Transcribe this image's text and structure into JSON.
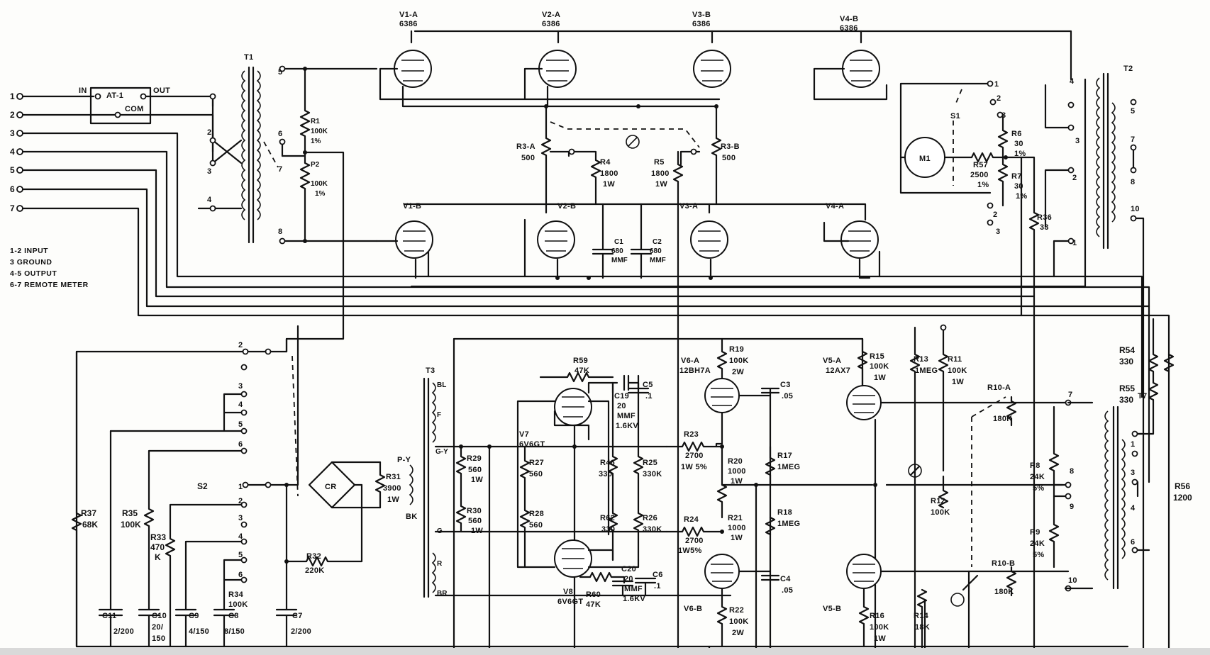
{
  "legend": [
    "1-2 INPUT",
    "3 GROUND",
    "4-5 OUTPUT",
    "6-7 REMOTE METER"
  ],
  "input_terminals": [
    "1",
    "2",
    "3",
    "4",
    "5",
    "6",
    "7"
  ],
  "attenuator": {
    "name": "AT-1",
    "in": "IN",
    "out": "OUT",
    "com": "COM"
  },
  "tubes": {
    "v1a": {
      "name": "V1-A",
      "type": "6386"
    },
    "v2a": {
      "name": "V2-A",
      "type": "6386"
    },
    "v3b": {
      "name": "V3-B",
      "type": "6386"
    },
    "v4b": {
      "name": "V4-B",
      "type": "6386"
    },
    "v1b": "V1-B",
    "v2b": "V2-B",
    "v3a": "V3-A",
    "v4a": "V4-A",
    "v6a": {
      "name": "V6-A",
      "type": "12BH7A"
    },
    "v6b": "V6-B",
    "v5a": {
      "name": "V5-A",
      "type": "12AX7"
    },
    "v5b": "V5-B",
    "v7": {
      "name": "V7",
      "type": "6V6GT"
    },
    "v8": {
      "name": "V8",
      "type": "6V6GT"
    }
  },
  "transformers": {
    "t1": "T1",
    "t2": "T2",
    "t3": "T3",
    "t7": "T7"
  },
  "resistors": {
    "r1": [
      "R1",
      "100K",
      "1%"
    ],
    "p2": [
      "P2",
      "100K",
      "1%"
    ],
    "r3a": [
      "R3-A",
      "500"
    ],
    "r3b": [
      "R3-B",
      "500"
    ],
    "r4": [
      "R4",
      "1800",
      "1W"
    ],
    "r5": [
      "R5",
      "1800",
      "1W"
    ],
    "r6": [
      "R6",
      "30",
      "1%"
    ],
    "r7": [
      "R7",
      "30",
      "1%"
    ],
    "r57": [
      "R57",
      "2500",
      "1%"
    ],
    "r36": [
      "R36",
      "33"
    ],
    "r37": [
      "R37",
      "68K"
    ],
    "r35": [
      "R35",
      "100K"
    ],
    "r33": [
      "R33",
      "470",
      "K"
    ],
    "r34": [
      "R34",
      "100K"
    ],
    "r32": [
      "R32",
      "220K"
    ],
    "r31": [
      "R31",
      "3900",
      "1W"
    ],
    "r29": [
      "R29",
      "560",
      "1W"
    ],
    "r30": [
      "R30",
      "560",
      "1W"
    ],
    "r27": [
      "R27",
      "560"
    ],
    "r28": [
      "R28",
      "560"
    ],
    "r59": [
      "R59",
      "47K"
    ],
    "r60": [
      "R60",
      "47K"
    ],
    "r25": [
      "R25",
      "330K"
    ],
    "r26": [
      "R26",
      "330K"
    ],
    "r46": [
      "R46",
      "330"
    ],
    "r62": [
      "R62",
      "330"
    ],
    "r19": [
      "R19",
      "100K",
      "2W"
    ],
    "r22": [
      "R22",
      "100K",
      "2W"
    ],
    "r23": [
      "R23",
      "2700",
      "1W 5%"
    ],
    "r24": [
      "R24",
      "2700",
      "1W5%"
    ],
    "r20": [
      "R20",
      "1000",
      "1W"
    ],
    "r21": [
      "R21",
      "1000",
      "1W"
    ],
    "r17": [
      "R17",
      "1MEG"
    ],
    "r18": [
      "R18",
      "1MEG"
    ],
    "r15": [
      "R15",
      "100K",
      "1W"
    ],
    "r16": [
      "R16",
      "100K",
      "1W"
    ],
    "r13": [
      "R13",
      "1MEG"
    ],
    "r11": [
      "R11",
      "100K",
      "1W"
    ],
    "r14": [
      "R14",
      "18K"
    ],
    "r12": [
      "R12",
      "100K"
    ],
    "r10a": [
      "R10-A",
      "180K"
    ],
    "r10b": [
      "R10-B",
      "180K"
    ],
    "r8": [
      "R8",
      "24K",
      "5%"
    ],
    "r9": [
      "R9",
      "24K",
      "5%"
    ],
    "r54": [
      "R54",
      "330"
    ],
    "r55": [
      "R55",
      "330"
    ],
    "r56": [
      "R56",
      "1200"
    ]
  },
  "capacitors": {
    "c1": [
      "C1",
      "680",
      "MMF"
    ],
    "c2": [
      "C2",
      "680",
      "MMF"
    ],
    "c3": [
      "C3",
      ".05"
    ],
    "c4": [
      "C4",
      ".05"
    ],
    "c5": [
      "C5",
      ".1"
    ],
    "c6": [
      "C6",
      ".1"
    ],
    "c19": [
      "C19",
      "20",
      "MMF",
      "1.6KV"
    ],
    "c20": [
      "C20",
      "20",
      "MMF",
      "1.6KV"
    ],
    "c7": [
      "C7",
      "2/200"
    ],
    "c8": [
      "C8",
      "8/150"
    ],
    "c9": [
      "C9",
      "4/150"
    ],
    "c10": [
      "C10",
      "20/",
      "150"
    ],
    "c11": [
      "C11",
      "2/200"
    ]
  },
  "misc": {
    "s1": "S1",
    "s2": "S2",
    "m1": "M1",
    "cr": "CR",
    "py": "P-Y",
    "t3_taps": [
      "BL",
      "F",
      "G-Y",
      "G",
      "R",
      "BR"
    ],
    "bk": "BK"
  },
  "pins": {
    "t1": [
      "5",
      "6",
      "7",
      "8",
      "2",
      "3",
      "4"
    ],
    "t2": [
      "4",
      "3",
      "2",
      "1",
      "5",
      "7",
      "8",
      "10"
    ],
    "t7": [
      "7",
      "8",
      "9",
      "10",
      "1",
      "3",
      "4",
      "6"
    ],
    "s1": [
      "2",
      "3",
      "1",
      "2",
      "3"
    ],
    "s2": [
      "2",
      "3",
      "4",
      "5",
      "6",
      "1",
      "2",
      "3",
      "4",
      "5",
      "6"
    ]
  }
}
